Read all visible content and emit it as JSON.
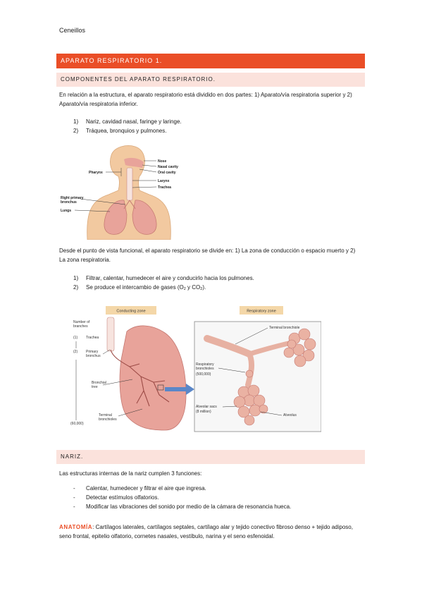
{
  "header": {
    "author": "Ceneillos"
  },
  "section1": {
    "title": "APARATO RESPIRATORIO 1.",
    "subtitle": "COMPONENTES DEL APARATO RESPIRATORIO.",
    "intro": "En relación a la estructura, el aparato respiratorio está dividido en dos partes: 1) Aparato/vía respiratoria superior y 2) Aparato/vía respiratoria inferior.",
    "list": [
      {
        "num": "1)",
        "text": "Nariz, cavidad nasal, faringe y laringe."
      },
      {
        "num": "2)",
        "text": "Tráquea, bronquios y pulmones."
      }
    ],
    "figure1": {
      "labels_right": [
        "Nose",
        "Nasal cavity",
        "Oral cavity",
        "Larynx",
        "Trachea"
      ],
      "labels_left": [
        "Pharynx",
        "Right primary",
        "bronchus",
        "Lungs"
      ]
    },
    "functional_intro": "Desde el punto de vista funcional, el aparato respiratorio se divide en: 1) La zona de conducción o espacio muerto y 2) La zona respiratoria.",
    "functional_list": [
      {
        "num": "1)",
        "text": "Filtrar, calentar, humedecer el aire y conducirlo hacia los pulmones."
      },
      {
        "num": "2)",
        "text_before": "Se produce el intercambio de gases (O",
        "sub1": "2",
        "text_mid": " y CO",
        "sub2": "2",
        "text_after": ")."
      }
    ],
    "figure2": {
      "conducting_zone": "Conducting zone",
      "respiratory_zone": "Respiratory zone",
      "number_of": "Number of",
      "branches": "branches",
      "n1": "(1)",
      "trachea": "Trachea",
      "n2": "(2)",
      "primary": "Primary",
      "bronchus": "bronchus",
      "bronchial": "Bronchial",
      "tree": "tree",
      "n60000": "(60,000)",
      "terminal": "Terminal",
      "bronchioles": "bronchioles",
      "terminal_bronchiole": "Terminal bronchiole",
      "respiratory": "Respiratory",
      "resp_bronchioles": "bronchioles",
      "n500000": "(500,000)",
      "alveolar_sacs": "Alveolar sacs",
      "n8million": "(8 million)",
      "alveolus": "Alveolus"
    }
  },
  "section2": {
    "title": "NARIZ.",
    "intro": "Las estructuras internas de la nariz cumplen 3 funciones:",
    "list": [
      {
        "bullet": "-",
        "text": "Calentar, humedecer y filtrar el aire que ingresa."
      },
      {
        "bullet": "-",
        "text": "Detectar estímulos olfatorios."
      },
      {
        "bullet": "-",
        "text": "Modificar las vibraciones del sonido por medio de la cámara de resonancia hueca."
      }
    ],
    "anatomy_label": "ANATOMÍA",
    "anatomy_text": ": Cartílagos laterales, cartílagos septales, cartílago alar y tejido conectivo fibroso denso + tejido adiposo, seno frontal, epitelio olfatorio, cornetes nasales, vestíbulo, narina y el seno esfenoidal."
  },
  "colors": {
    "accent": "#ea4e27",
    "accent_light": "#fbe2dc",
    "lung": "#e8a39a",
    "skin": "#f2c9a0",
    "zone_box": "#f4d7a8"
  }
}
